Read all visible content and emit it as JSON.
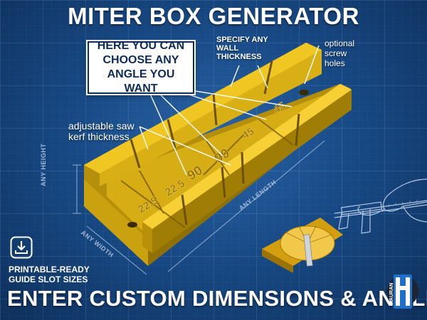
{
  "title": "MITER BOX GENERATOR",
  "callout": "HERE YOU CAN\nCHOOSE ANY\nANGLE YOU WANT",
  "notes": {
    "wall": "SPECIFY ANY\nWALL\nTHICKNESS",
    "screw": "optional\nscrew\nholes",
    "kerf": "adjustable saw\nkerf thickness"
  },
  "dimensions": {
    "height": "ANY HEIGHT",
    "width": "ANY WIDTH",
    "length": "ANY LENGTH"
  },
  "angle_marks": [
    "22.5",
    "22.5",
    "90",
    "90",
    "45",
    "45"
  ],
  "printable": "PRINTABLE-READY\nGUIDE SLOT SIZES",
  "footer": "ENTER CUSTOM DIMENSIONS & ANGLES",
  "logo_text": "HAURAN",
  "colors": {
    "box_yellow": "#e2b714",
    "box_dark": "#9c7a05",
    "blueprint": "#184a86",
    "text": "#ffffff"
  },
  "icons": [
    "download-icon",
    "hand-with-caliper",
    "protractor",
    "hauran-logo"
  ]
}
